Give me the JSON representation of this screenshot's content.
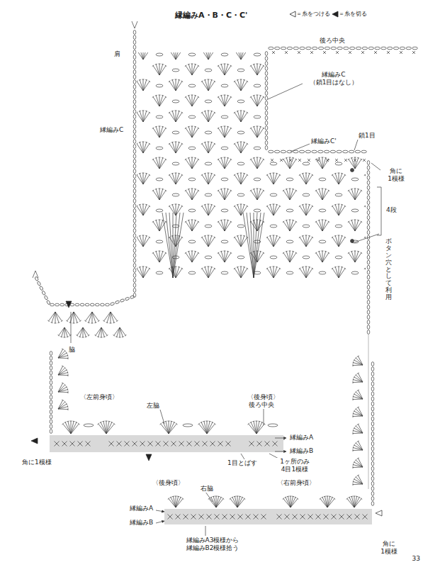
{
  "diagram": {
    "title": "縁編みA・B・C・C'",
    "labels": [
      "後ろ中央",
      "肩",
      "縁編みC",
      "縁編みC （鎖1目はなし）",
      "縁編みC'",
      "鎖1目",
      "角に 1模様",
      "4段",
      "ボタン穴として 利用",
      "脇",
      "〈左前身頃〉",
      "〈後身頃〉",
      "後ろ中央",
      "左脇",
      "縁編みA",
      "縁編みB",
      "1目とばす",
      "1ヶ所のみ 4目1模様",
      "角に1模様",
      "〈後身頃〉",
      "右脇",
      "〈右前身頃〉",
      "縁編みA",
      "縁編みB",
      "縁編みA3模様から 縁編みB2模様拾う",
      "角に 1模様",
      "33"
    ],
    "legend": [
      {
        "text": "＝糸をつける"
      },
      {
        "text": "＝糸を切る"
      }
    ]
  }
}
